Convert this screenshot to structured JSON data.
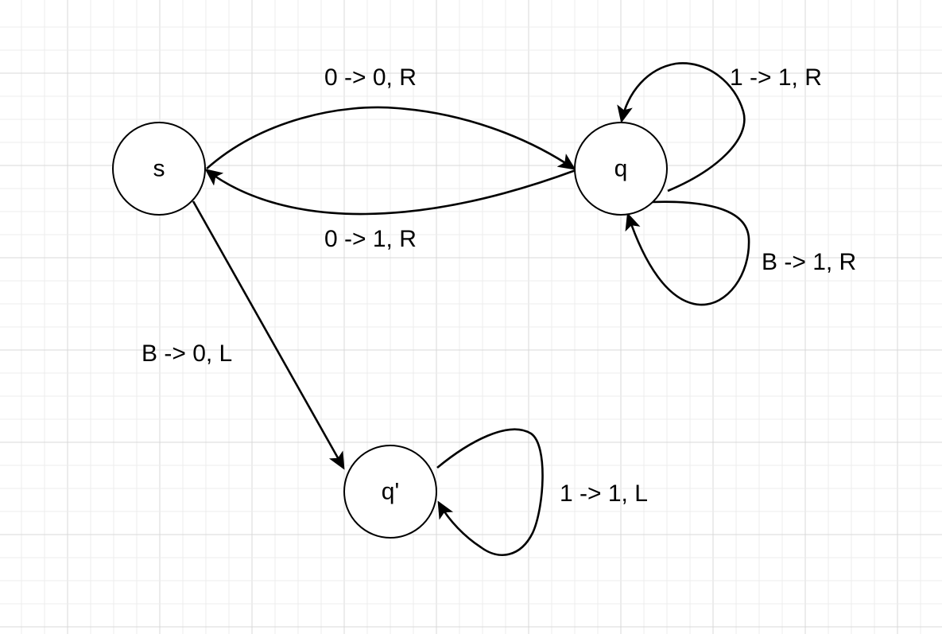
{
  "diagram": {
    "states": [
      {
        "id": "s",
        "label": "s"
      },
      {
        "id": "q",
        "label": "q"
      },
      {
        "id": "q_prime",
        "label": "q'"
      }
    ],
    "transitions": [
      {
        "from": "s",
        "to": "q",
        "label": "0 -> 0, R"
      },
      {
        "from": "q",
        "to": "s",
        "label": "0 -> 1, R"
      },
      {
        "from": "q",
        "to": "q",
        "label": "1 -> 1, R"
      },
      {
        "from": "q",
        "to": "q",
        "label": "B -> 1, R"
      },
      {
        "from": "s",
        "to": "q_prime",
        "label": "B -> 0, L"
      },
      {
        "from": "q_prime",
        "to": "q_prime",
        "label": "1 -> 1, L"
      }
    ]
  }
}
